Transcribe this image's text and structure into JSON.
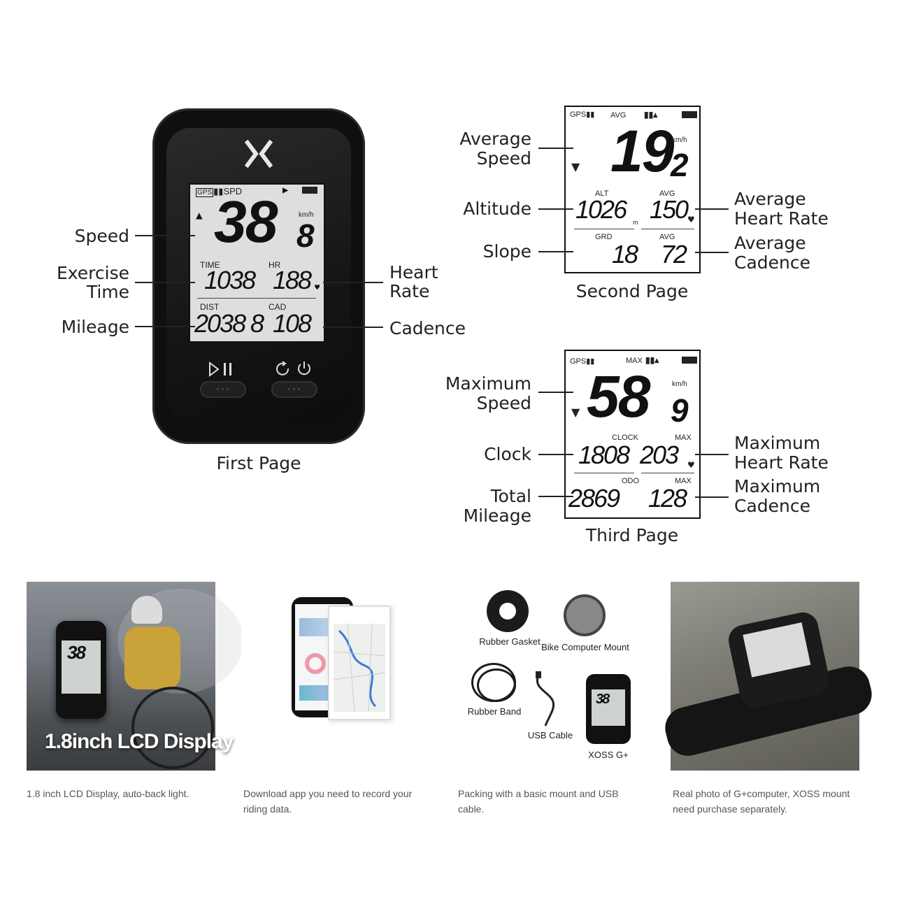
{
  "first_page": {
    "caption": "First Page",
    "labels": {
      "speed": "Speed",
      "exercise_time_1": "Exercise",
      "exercise_time_2": "Time",
      "mileage": "Mileage",
      "heart_rate_1": "Heart",
      "heart_rate_2": "Rate",
      "cadence": "Cadence"
    },
    "screen": {
      "status": "SPD",
      "speed_main": "38",
      "speed_decimal": "8",
      "unit": "km/h",
      "time_label": "TIME",
      "time_value": "1038",
      "hr_label": "HR",
      "hr_value": "188",
      "dist_label": "DIST",
      "dist_value": "2038",
      "dist_decimal": "8",
      "cad_label": "CAD",
      "cad_value": "108"
    }
  },
  "second_page": {
    "caption": "Second Page",
    "labels": {
      "average_speed_1": "Average",
      "average_speed_2": "Speed",
      "altitude": "Altitude",
      "slope": "Slope",
      "avg_hr_1": "Average",
      "avg_hr_2": "Heart Rate",
      "avg_cad_1": "Average",
      "avg_cad_2": "Cadence"
    },
    "screen": {
      "avg_label": "AVG",
      "speed_main": "19",
      "speed_decimal": "2",
      "unit": "km/h",
      "alt_label": "ALT",
      "alt_value": "1026",
      "alt_unit": "m",
      "avg_hr_label": "AVG",
      "avg_hr_value": "150",
      "grd_label": "GRD",
      "grd_value": "18",
      "avg_cad_label": "AVG",
      "avg_cad_value": "72"
    }
  },
  "third_page": {
    "caption": "Third Page",
    "labels": {
      "max_speed_1": "Maximum",
      "max_speed_2": "Speed",
      "clock": "Clock",
      "total_mileage_1": "Total",
      "total_mileage_2": "Mileage",
      "max_hr_1": "Maximum",
      "max_hr_2": "Heart Rate",
      "max_cad_1": "Maximum",
      "max_cad_2": "Cadence"
    },
    "screen": {
      "max_label": "MAX",
      "speed_main": "58",
      "speed_decimal": "9",
      "unit": "km/h",
      "clock_label": "CLOCK",
      "clock_value": "1808",
      "max_hr_label": "MAX",
      "max_hr_value": "203",
      "odo_label": "ODO",
      "odo_value": "2869",
      "max_cad_label": "MAX",
      "max_cad_value": "128"
    }
  },
  "panels": [
    {
      "overlay": "1.8inch LCD Display",
      "text": "1.8 inch LCD Display, auto-back light."
    },
    {
      "text": "Download app you need to record your riding data."
    },
    {
      "text": "Packing with a basic mount and USB cable.",
      "items": {
        "gasket": "Rubber Gasket",
        "mount": "Bike Computer Mount",
        "band": "Rubber Band",
        "cable": "USB Cable",
        "device": "XOSS G+",
        "device_screen": "38"
      }
    },
    {
      "text": "Real photo of G+computer, XOSS mount need purchase separately."
    }
  ]
}
